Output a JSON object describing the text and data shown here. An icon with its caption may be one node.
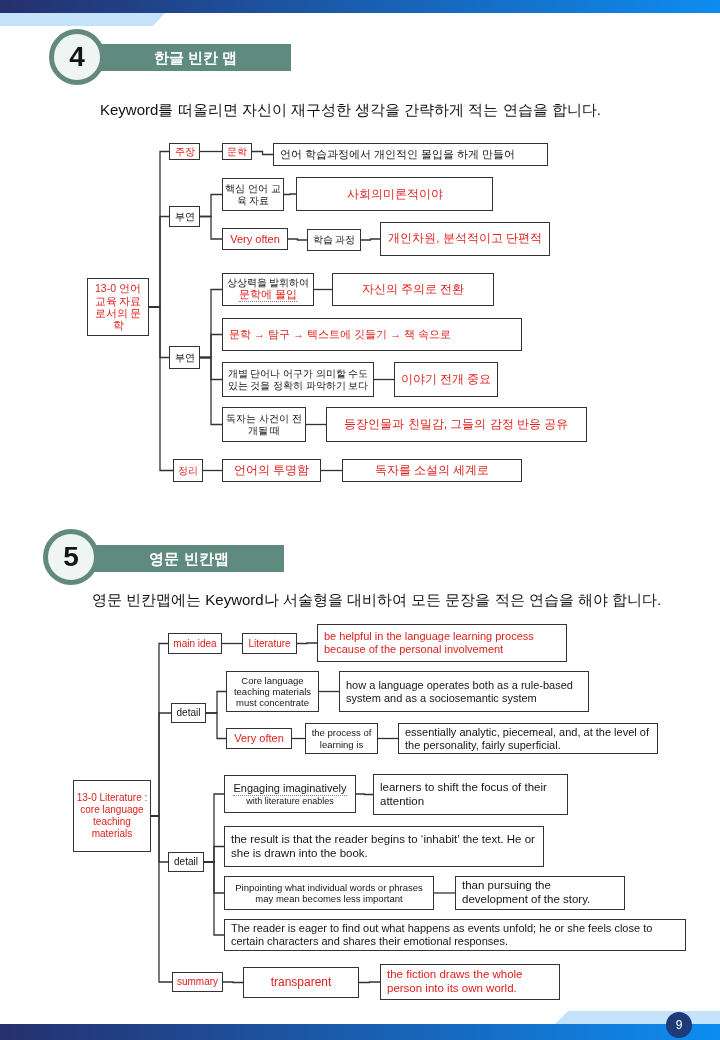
{
  "diagram": {
    "nodes": [
      {
        "text": [
          "4"
        ]
      },
      {
        "text": [
          "한글 빈칸 맵"
        ]
      },
      {
        "text": [
          "13-0 언어 교육 자료로서의 문학"
        ]
      },
      {
        "text": [
          "주장"
        ]
      },
      {
        "text": [
          "문학"
        ]
      },
      {
        "text": [
          "언어 학습과정에서 개인적인 몰입을 하게 만들어"
        ]
      },
      {
        "text": [
          "부연"
        ]
      },
      {
        "text": [
          "핵심 언어 교육 자료"
        ]
      },
      {
        "text": [
          "사회의미론적이야"
        ]
      },
      {
        "text": [
          "Very often"
        ]
      },
      {
        "text": [
          "학습 과정"
        ]
      },
      {
        "text": [
          "개인차원, 분석적이고 단편적"
        ]
      },
      {
        "text": [
          "부연"
        ]
      },
      {
        "text": [
          "상상력을 발휘하여",
          "문학에 몰입"
        ]
      },
      {
        "text": [
          "자신의 주의로 전환"
        ]
      },
      {
        "text": [
          "문학 → 탐구 → 텍스트에 깃들기 → 책 속으로"
        ]
      },
      {
        "text": [
          "개별 단어나 어구가 의미할 수도 있는 것을 정확히 파악하기 보다"
        ]
      },
      {
        "text": [
          "이야기 전개 중요"
        ]
      },
      {
        "text": [
          "독자는 사건이 전개될 때"
        ]
      },
      {
        "text": [
          "등장인물과 친밀감, 그들의 감정 반응 공유"
        ]
      },
      {
        "text": [
          "정리"
        ]
      },
      {
        "text": [
          "언어의 투명함"
        ]
      },
      {
        "text": [
          "독자를 소설의 세계로"
        ]
      },
      {
        "text": [
          "5"
        ]
      },
      {
        "text": [
          "영문 빈칸맵"
        ]
      },
      {
        "text": [
          "13-0 Literature : core language teaching materials"
        ]
      },
      {
        "text": [
          "main idea"
        ]
      },
      {
        "text": [
          "Literature"
        ]
      },
      {
        "text": [
          "be helpful in the language learning process because of the personal involvement"
        ]
      },
      {
        "text": [
          "detail"
        ]
      },
      {
        "text": [
          "Core language teaching materials must concentrate"
        ]
      },
      {
        "text": [
          "how a language operates both as a rule-based system and as a sociosemantic system"
        ]
      },
      {
        "text": [
          "Very often"
        ]
      },
      {
        "text": [
          "the process of learning is"
        ]
      },
      {
        "text": [
          "essentially analytic, piecemeal, and, at the level of the personality, fairly superficial."
        ]
      },
      {
        "text": [
          "detail"
        ]
      },
      {
        "text": [
          "Engaging imaginatively",
          "with literature enables"
        ]
      },
      {
        "text": [
          "learners to shift the focus of their attention"
        ]
      },
      {
        "text": [
          "the result is that the reader begins to ‘inhabit’ the text. He or she is drawn into the book."
        ]
      },
      {
        "text": [
          "Pinpointing what individual words or phrases may mean becomes less important"
        ]
      },
      {
        "text": [
          "than pursuing the development of the story."
        ]
      },
      {
        "text": [
          "The reader is eager to find out what happens as events unfold; he or she feels close to certain characters and shares their emotional responses."
        ]
      },
      {
        "text": [
          "summary"
        ]
      },
      {
        "text": [
          "transparent"
        ]
      },
      {
        "text": [
          "the fiction draws the whole person into its own world."
        ]
      },
      {
        "text": [
          "9"
        ]
      }
    ],
    "edges": [
      {
        "from": 2,
        "to": 3,
        "arrow": "none"
      },
      {
        "from": 3,
        "to": 4,
        "arrow": "none"
      },
      {
        "from": 4,
        "to": 5,
        "arrow": "none"
      },
      {
        "from": 2,
        "to": 6,
        "arrow": "none"
      },
      {
        "from": 6,
        "to": 7,
        "arrow": "none"
      },
      {
        "from": 7,
        "to": 8,
        "arrow": "none"
      },
      {
        "from": 6,
        "to": 9,
        "arrow": "none"
      },
      {
        "from": 9,
        "to": 10,
        "arrow": "none"
      },
      {
        "from": 10,
        "to": 11,
        "arrow": "none"
      },
      {
        "from": 2,
        "to": 12,
        "arrow": "none"
      },
      {
        "from": 12,
        "to": 13,
        "arrow": "none"
      },
      {
        "from": 13,
        "to": 14,
        "arrow": "none"
      },
      {
        "from": 12,
        "to": 15,
        "arrow": "none"
      },
      {
        "from": 12,
        "to": 16,
        "arrow": "none"
      },
      {
        "from": 16,
        "to": 17,
        "arrow": "none"
      },
      {
        "from": 12,
        "to": 18,
        "arrow": "none"
      },
      {
        "from": 18,
        "to": 19,
        "arrow": "none"
      },
      {
        "from": 2,
        "to": 20,
        "arrow": "none"
      },
      {
        "from": 20,
        "to": 21,
        "arrow": "none"
      },
      {
        "from": 21,
        "to": 22,
        "arrow": "none"
      },
      {
        "from": 25,
        "to": 26,
        "arrow": "none"
      },
      {
        "from": 26,
        "to": 27,
        "arrow": "none"
      },
      {
        "from": 27,
        "to": 28,
        "arrow": "none"
      },
      {
        "from": 25,
        "to": 29,
        "arrow": "none"
      },
      {
        "from": 29,
        "to": 30,
        "arrow": "none"
      },
      {
        "from": 30,
        "to": 31,
        "arrow": "none"
      },
      {
        "from": 29,
        "to": 32,
        "arrow": "none"
      },
      {
        "from": 32,
        "to": 33,
        "arrow": "none"
      },
      {
        "from": 33,
        "to": 34,
        "arrow": "none"
      },
      {
        "from": 25,
        "to": 35,
        "arrow": "none"
      },
      {
        "from": 35,
        "to": 36,
        "arrow": "none"
      },
      {
        "from": 36,
        "to": 37,
        "arrow": "none"
      },
      {
        "from": 35,
        "to": 38,
        "arrow": "none"
      },
      {
        "from": 35,
        "to": 39,
        "arrow": "none"
      },
      {
        "from": 39,
        "to": 40,
        "arrow": "none"
      },
      {
        "from": 35,
        "to": 41,
        "arrow": "none"
      },
      {
        "from": 25,
        "to": 42,
        "arrow": "none"
      },
      {
        "from": 42,
        "to": 43,
        "arrow": "none"
      },
      {
        "from": 43,
        "to": 44,
        "arrow": "none"
      }
    ],
    "labels": [
      "Keyword를 떠올리면 자신이 재구성한 생각을 간략하게 적는 연습을 합니다.",
      "영문 빈칸맵에는 Keyword나 서술형을 대비하여 모든 문장을 적은 연습을 해야 합니다."
    ]
  }
}
